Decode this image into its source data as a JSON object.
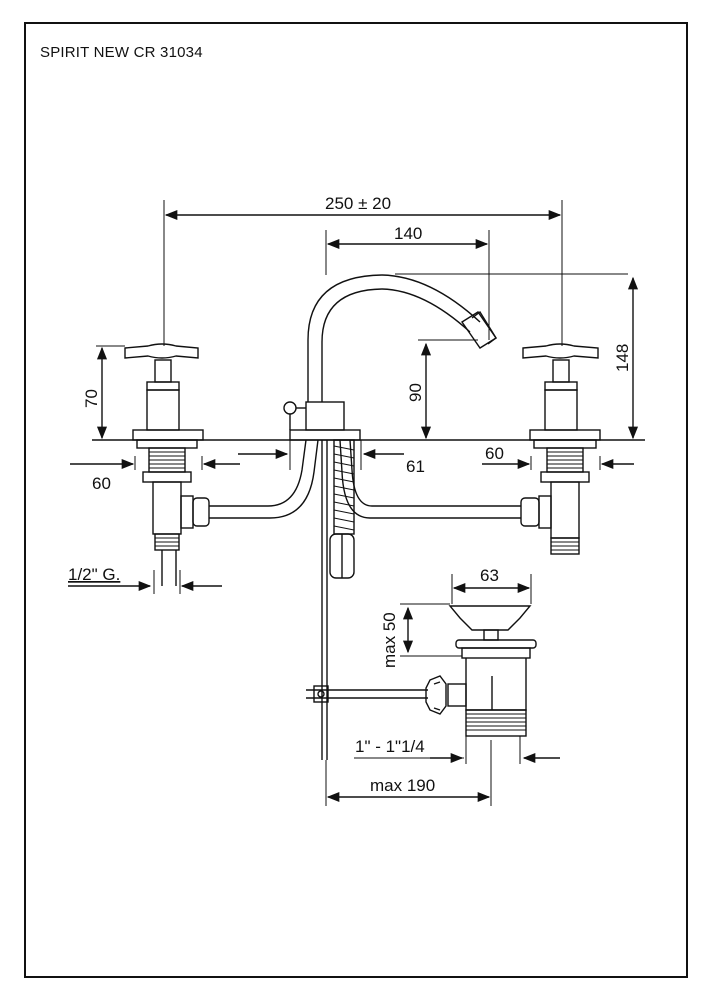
{
  "title": "SPIRIT NEW CR 31034",
  "dimensions": {
    "overall_width": "250 ± 20",
    "spout_reach": "140",
    "spout_height": "148",
    "spout_clearance": "90",
    "handle_height": "70",
    "left_hole": "60",
    "right_hole": "60",
    "center_hole": "61",
    "thread": "1/2\" G.",
    "waste_width": "63",
    "waste_max": "max 50",
    "waste_thread": "1\" - 1\"1/4",
    "rod_length": "max 190"
  }
}
